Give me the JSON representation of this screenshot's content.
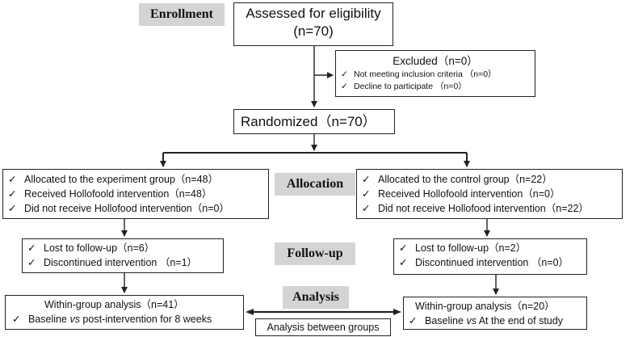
{
  "colors": {
    "stage_bg": "#d4d4d4",
    "line": "#222222"
  },
  "icons": {
    "check": "check-icon"
  },
  "stages": {
    "enrollment": "Enrollment",
    "allocation": "Allocation",
    "follow_up": "Follow-up",
    "analysis": "Analysis"
  },
  "assessed": {
    "title": "Assessed for eligibility",
    "n": "(n=70)"
  },
  "excluded": {
    "title": "Excluded（n=0）",
    "items": [
      {
        "check": "✓",
        "text": "Not meeting inclusion criteria （n=0）"
      },
      {
        "check": "✓",
        "text": "Decline to participate （n=0）"
      }
    ]
  },
  "randomized": {
    "title": "Randomized（n=70）"
  },
  "left": {
    "allocation": [
      {
        "check": "✓",
        "text": "Allocated to the experiment group（n=48）"
      },
      {
        "check": "✓",
        "text": "Received Hollofoold intervention（n=48）"
      },
      {
        "check": "✓",
        "text": "Did not receive Hollofood intervention（n=0）"
      }
    ],
    "follow_up": [
      {
        "check": "✓",
        "text": "Lost to follow-up（n=6）"
      },
      {
        "check": "✓",
        "text": "Discontinued intervention （n=1）"
      }
    ],
    "analysis": {
      "title": "Within-group analysis（n=41）",
      "item_check": "✓",
      "item_pre": "Baseline ",
      "item_vs": "vs",
      "item_post": " post-intervention for 8 weeks"
    }
  },
  "right": {
    "allocation": [
      {
        "check": "✓",
        "text": "Allocated to the control group（n=22）"
      },
      {
        "check": "✓",
        "text": "Received Hollofoold intervention（n=0）"
      },
      {
        "check": "✓",
        "text": "Did not receive Hollofood intervention（n=22）"
      }
    ],
    "follow_up": [
      {
        "check": "✓",
        "text": "Lost to follow-up（n=2）"
      },
      {
        "check": "✓",
        "text": "Discontinued intervention （n=0）"
      }
    ],
    "analysis": {
      "title": "Within-group analysis（n=20）",
      "item_check": "✓",
      "item_pre": "Baseline ",
      "item_vs": "vs",
      "item_post": " At the end of study"
    }
  },
  "between": "Analysis between groups"
}
